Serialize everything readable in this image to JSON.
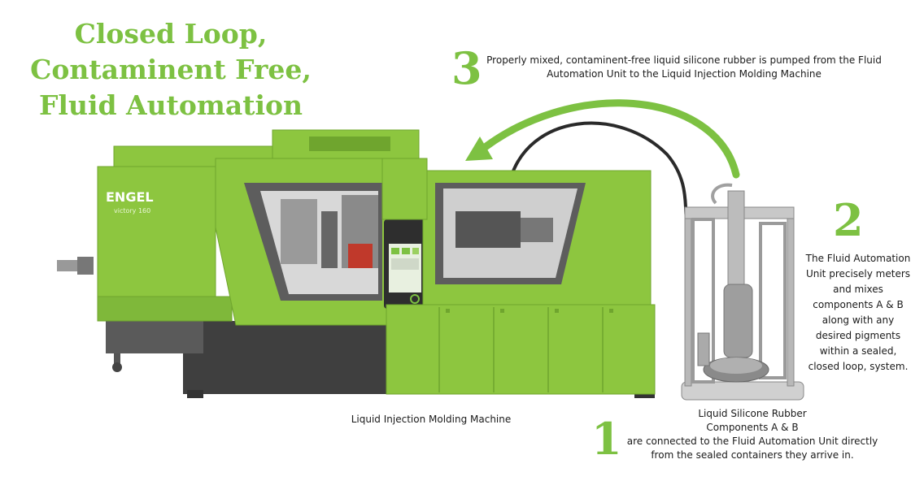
{
  "headline": {
    "lines": [
      "Closed Loop,",
      "Contaminent Free,",
      "Fluid Automation"
    ]
  },
  "steps": [
    {
      "number": "3",
      "lines": [
        "Properly mixed, contaminent-free liquid silicone rubber is pumped from the Fluid",
        "Automation Unit to the Liquid Injection Molding Machine"
      ]
    },
    {
      "number": "2",
      "lines": [
        "The Fluid Automation",
        "Unit precisely meters",
        "and mixes",
        "components A & B",
        "along with any",
        "desired pigments",
        "within a sealed,",
        "closed loop, system."
      ]
    },
    {
      "number": "1",
      "lines": [
        "Liquid Silicone Rubber",
        "Components A & B",
        "are connected to the Fluid Automation Unit directly",
        "from the sealed containers they arrive in."
      ]
    }
  ],
  "machine": {
    "caption": "Liquid Injection Molding Machine",
    "brand": "ENGEL",
    "model": "victory 160"
  },
  "colors": {
    "accent": "#7dc142",
    "machine_green": "#8dc63f",
    "machine_dark": "#6fa52e",
    "steel": "#4a4a4a",
    "text": "#1a1a1a"
  }
}
